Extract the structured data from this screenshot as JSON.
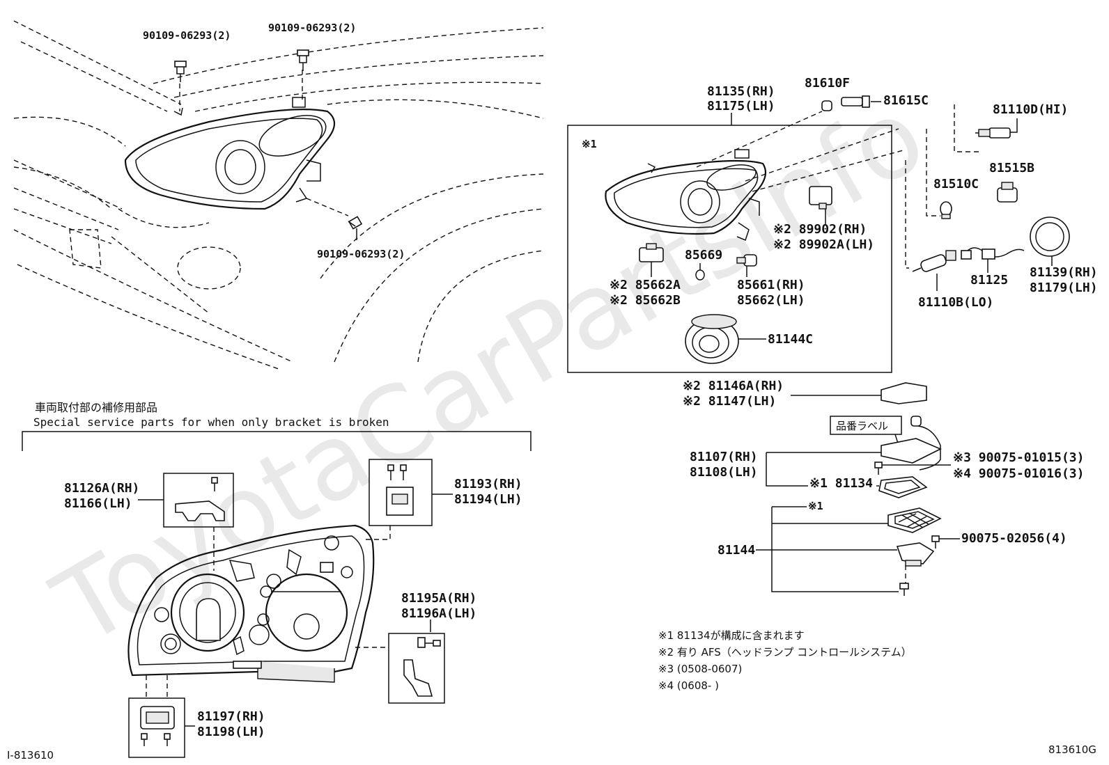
{
  "diagram_id_left": "I-813610",
  "diagram_id_right": "813610G",
  "watermark": "ToyotaCarPartsInfo",
  "section_header_jp": "車両取付部の補修用部品",
  "section_header_en": "Special service parts for when only bracket is broken",
  "label_box_text": "品番ラベル",
  "parts": {
    "p_screw_a": "90109-06293(2)",
    "p_screw_b": "90109-06293(2)",
    "p_screw_c": "90109-06293(2)",
    "p_81135": "81135(RH)",
    "p_81175": "81175(LH)",
    "p_81610f": "81610F",
    "p_81615c": "81615C",
    "p_81110d": "81110D(HI)",
    "p_mark1_box": "※1",
    "p_81515b": "81515B",
    "p_81510c": "81510C",
    "p_89902": "※2 89902(RH)",
    "p_89902a": "※2 89902A(LH)",
    "p_85669": "85669",
    "p_85662a": "※2 85662A",
    "p_85662b": "※2 85662B",
    "p_85661": "85661(RH)",
    "p_85662": "85662(LH)",
    "p_81125": "81125",
    "p_81110b": "81110B(LO)",
    "p_81139": "81139(RH)",
    "p_81179": "81179(LH)",
    "p_81144c": "81144C",
    "p_81146a": "※2 81146A(RH)",
    "p_81147": "※2 81147(LH)",
    "p_81107": "81107(RH)",
    "p_81108": "81108(LH)",
    "p_90075_01015": "※3 90075-01015(3)",
    "p_90075_01016": "※4 90075-01016(3)",
    "p_81134": "※1 81134",
    "p_mark1_b": "※1",
    "p_81144": "81144",
    "p_90075_02056": "90075-02056(4)",
    "p_81126a": "81126A(RH)",
    "p_81166": "81166(LH)",
    "p_81193": "81193(RH)",
    "p_81194": "81194(LH)",
    "p_81195a": "81195A(RH)",
    "p_81196a": "81196A(LH)",
    "p_81197": "81197(RH)",
    "p_81198": "81198(LH)"
  },
  "notes": [
    "※1 81134が構成に含まれます",
    "※2 有り AFS（ヘッドランプ コントロールシステム）",
    "※3 (0508-0607)",
    "※4 (0608-   )"
  ]
}
